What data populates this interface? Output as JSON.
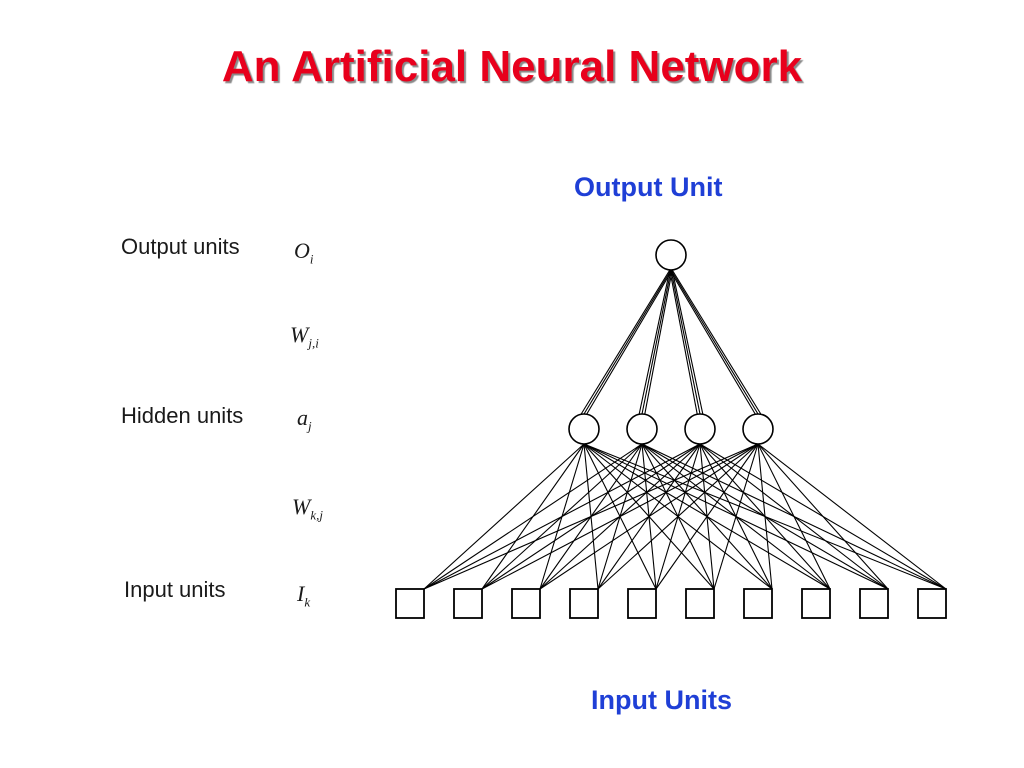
{
  "title": "An Artificial Neural Network",
  "captions": {
    "output": "Output Unit",
    "input": "Input Units"
  },
  "legend": {
    "output_label": "Output units",
    "output_symbol": "O",
    "output_sub": "i",
    "weights_ji_symbol": "W",
    "weights_ji_sub": "j,i",
    "hidden_label": "Hidden units",
    "hidden_symbol": "a",
    "hidden_sub": "j",
    "weights_kj_symbol": "W",
    "weights_kj_sub": "k,j",
    "input_label": "Input units",
    "input_symbol": "I",
    "input_sub": "k"
  },
  "network": {
    "output_units": 1,
    "hidden_units": 4,
    "input_units": 10
  }
}
